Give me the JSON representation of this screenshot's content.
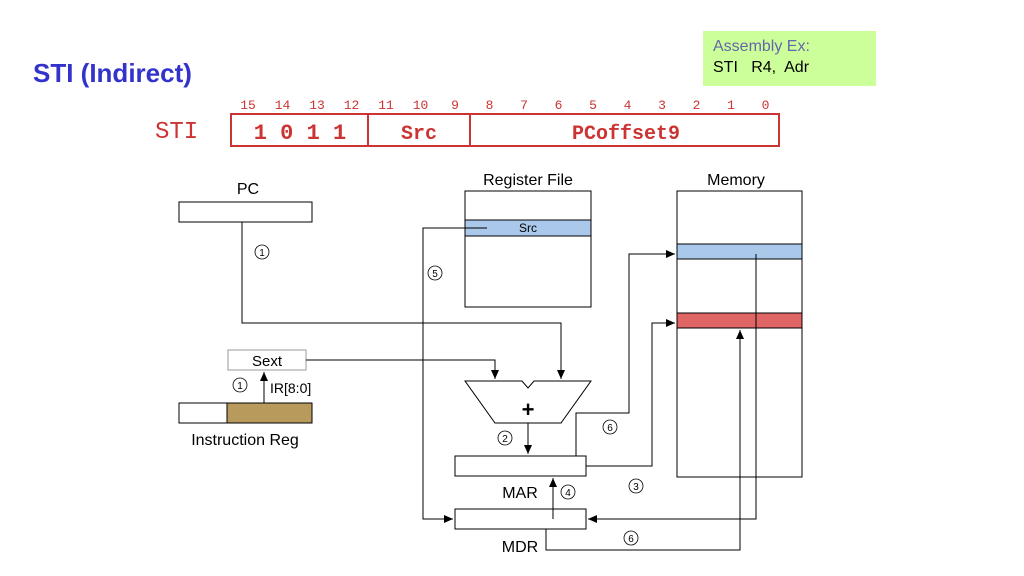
{
  "title": "STI (Indirect)",
  "assembly_example": {
    "label": "Assembly Ex:",
    "code": "STI   R4,  Adr"
  },
  "instruction_format": {
    "opcode_name": "STI",
    "bit_numbers": [
      "15",
      "14",
      "13",
      "12",
      "11",
      "10",
      "9",
      "8",
      "7",
      "6",
      "5",
      "4",
      "3",
      "2",
      "1",
      "0"
    ],
    "fields": {
      "opcode_bits": "1 0 1 1",
      "src": "Src",
      "offset": "PCoffset9"
    }
  },
  "datapath": {
    "pc_label": "PC",
    "register_file_label": "Register File",
    "src_register_label": "Src",
    "memory_label": "Memory",
    "sext_label": "Sext",
    "ir_field_label": "IR[8:0]",
    "instruction_reg_label": "Instruction Reg",
    "adder_symbol": "+",
    "mar_label": "MAR",
    "mdr_label": "MDR",
    "steps": {
      "s1a": "1",
      "s1b": "1",
      "s2": "2",
      "s3": "3",
      "s4": "4",
      "s5": "5",
      "s6a": "6",
      "s6b": "6"
    }
  },
  "colors": {
    "title": "#3333cc",
    "format_red": "#cc3333",
    "src_register": "#a9c8ea",
    "memory_pointer": "#a9c8ea",
    "memory_target": "#e06666",
    "ir_field": "#b89a5c",
    "assembly_box": "#ccff99"
  }
}
